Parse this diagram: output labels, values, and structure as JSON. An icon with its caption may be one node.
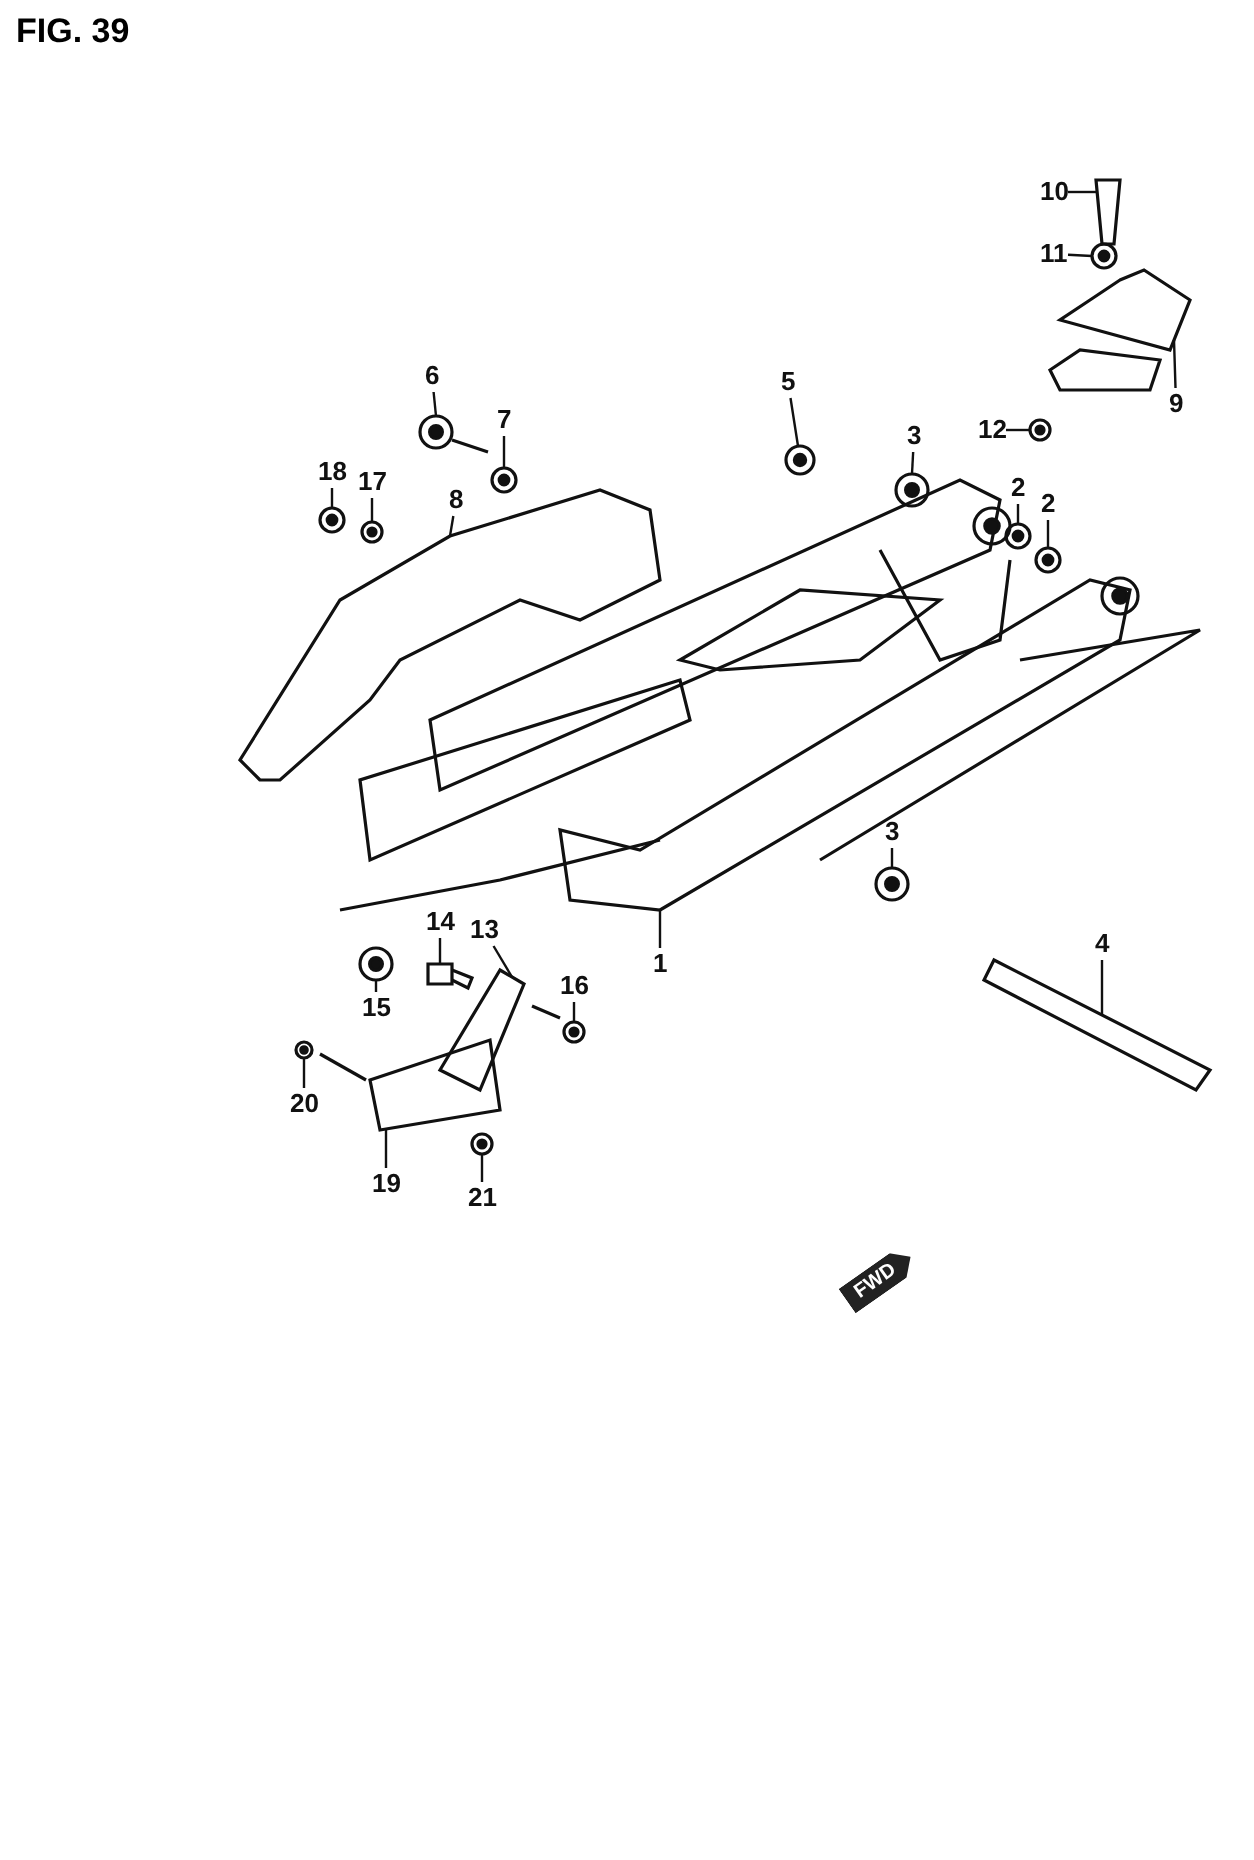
{
  "diagram": {
    "title": "FIG. 39",
    "nodes": [
      {
        "text": [
          "10"
        ]
      },
      {
        "text": [
          "11"
        ]
      },
      {
        "text": [
          "9"
        ]
      },
      {
        "text": [
          "12"
        ]
      },
      {
        "text": [
          "6"
        ]
      },
      {
        "text": [
          "7"
        ]
      },
      {
        "text": [
          "5"
        ]
      },
      {
        "text": [
          "3"
        ]
      },
      {
        "text": [
          "18"
        ]
      },
      {
        "text": [
          "17"
        ]
      },
      {
        "text": [
          "8"
        ]
      },
      {
        "text": [
          "2"
        ]
      },
      {
        "text": [
          "2"
        ]
      },
      {
        "text": [
          "3"
        ]
      },
      {
        "text": [
          "14"
        ]
      },
      {
        "text": [
          "13"
        ]
      },
      {
        "text": [
          "4"
        ]
      },
      {
        "text": [
          "1"
        ]
      },
      {
        "text": [
          "16"
        ]
      },
      {
        "text": [
          "15"
        ]
      },
      {
        "text": [
          "20"
        ]
      },
      {
        "text": [
          "19"
        ]
      },
      {
        "text": [
          "21"
        ]
      },
      {
        "text": [],
        "shape": "picture"
      },
      {
        "text": [],
        "shape": "picture"
      },
      {
        "text": [],
        "shape": "picture"
      },
      {
        "text": [],
        "shape": "picture"
      },
      {
        "text": [],
        "shape": "picture"
      },
      {
        "text": [],
        "shape": "picture"
      },
      {
        "text": [],
        "shape": "picture"
      },
      {
        "text": [],
        "shape": "picture"
      },
      {
        "text": [],
        "shape": "picture"
      },
      {
        "text": [],
        "shape": "picture"
      },
      {
        "text": [],
        "shape": "picture"
      },
      {
        "text": [],
        "shape": "picture"
      },
      {
        "text": [],
        "shape": "picture"
      },
      {
        "text": [],
        "shape": "picture"
      },
      {
        "text": [],
        "shape": "picture"
      },
      {
        "text": [],
        "shape": "picture"
      },
      {
        "text": [],
        "shape": "picture"
      },
      {
        "text": [],
        "shape": "picture"
      },
      {
        "text": [],
        "shape": "picture"
      },
      {
        "text": [],
        "shape": "picture"
      },
      {
        "text": [],
        "shape": "picture"
      },
      {
        "text": [],
        "shape": "picture"
      },
      {
        "text": [],
        "shape": "picture"
      }
    ],
    "edges": [
      {
        "from": 0,
        "to": 23,
        "arrow": "none"
      },
      {
        "from": 1,
        "to": 24,
        "arrow": "none"
      },
      {
        "from": 2,
        "to": 25,
        "arrow": "none"
      },
      {
        "from": 3,
        "to": 26,
        "arrow": "none"
      },
      {
        "from": 4,
        "to": 27,
        "arrow": "none"
      },
      {
        "from": 5,
        "to": 28,
        "arrow": "none"
      },
      {
        "from": 6,
        "to": 29,
        "arrow": "none"
      },
      {
        "from": 7,
        "to": 30,
        "arrow": "none"
      },
      {
        "from": 8,
        "to": 31,
        "arrow": "none"
      },
      {
        "from": 9,
        "to": 32,
        "arrow": "none"
      },
      {
        "from": 10,
        "to": 33,
        "arrow": "none"
      },
      {
        "from": 11,
        "to": 34,
        "arrow": "none"
      },
      {
        "from": 12,
        "to": 35,
        "arrow": "none"
      },
      {
        "from": 13,
        "to": 36,
        "arrow": "none"
      },
      {
        "from": 14,
        "to": 37,
        "arrow": "none"
      },
      {
        "from": 15,
        "to": 38,
        "arrow": "none"
      },
      {
        "from": 16,
        "to": 39,
        "arrow": "none"
      },
      {
        "from": 17,
        "to": 40,
        "arrow": "none"
      },
      {
        "from": 18,
        "to": 41,
        "arrow": "none"
      },
      {
        "from": 19,
        "to": 42,
        "arrow": "none"
      },
      {
        "from": 20,
        "to": 43,
        "arrow": "none"
      },
      {
        "from": 21,
        "to": 44,
        "arrow": "none"
      },
      {
        "from": 22,
        "to": 45,
        "arrow": "none"
      }
    ],
    "labels": [
      "FWD"
    ]
  }
}
